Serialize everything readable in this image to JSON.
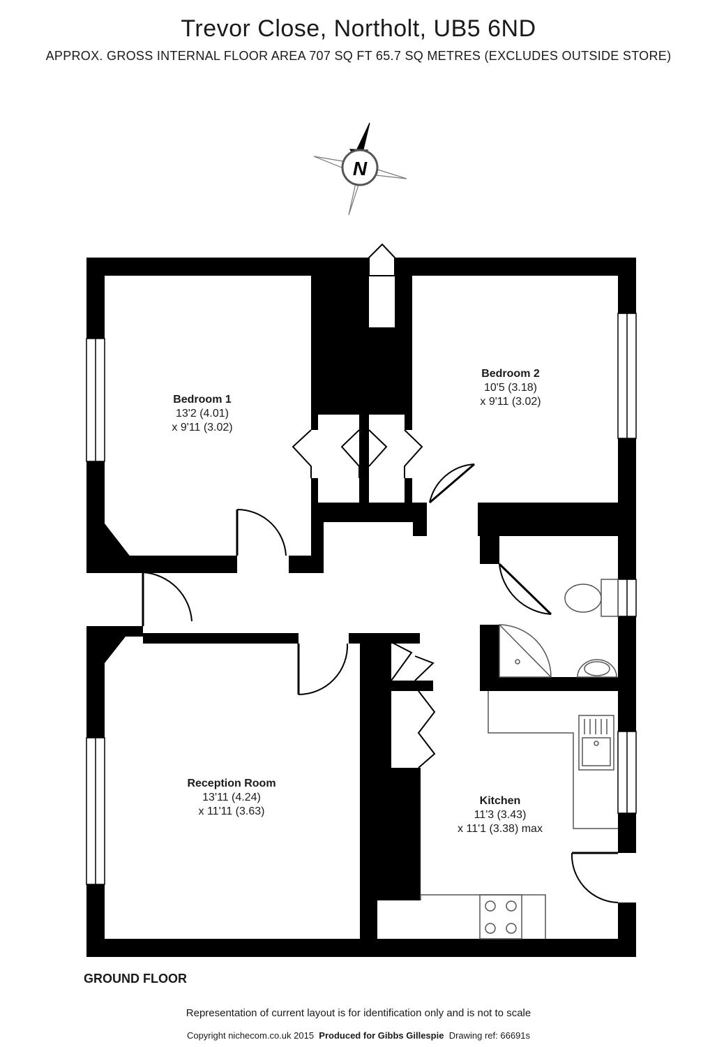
{
  "header": {
    "title": "Trevor Close, Northolt, UB5 6ND",
    "subtitle": "APPROX. GROSS INTERNAL FLOOR AREA 707 SQ FT 65.7 SQ METRES (EXCLUDES OUTSIDE STORE)"
  },
  "compass": {
    "label": "N"
  },
  "rooms": {
    "bedroom1": {
      "name": "Bedroom 1",
      "dim1": "13'2 (4.01)",
      "dim2": "x 9'11 (3.02)"
    },
    "bedroom2": {
      "name": "Bedroom 2",
      "dim1": "10'5 (3.18)",
      "dim2": "x 9'11 (3.02)"
    },
    "reception": {
      "name": "Reception Room",
      "dim1": "13'11 (4.24)",
      "dim2": "x 11'11 (3.63)"
    },
    "kitchen": {
      "name": "Kitchen",
      "dim1": "11'3 (3.43)",
      "dim2": "x 11'1 (3.38) max"
    }
  },
  "floor_label": "GROUND FLOOR",
  "footer": {
    "disclaimer": "Representation of current layout is for identification only and is not to scale",
    "copyright": "Copyright nichecom.co.uk 2015",
    "produced": "Produced for Gibbs Gillespie",
    "drawing_ref": "Drawing ref:  66691s"
  },
  "colors": {
    "wall": "#000000",
    "fixture_line": "#555555",
    "compass_line": "#777777"
  }
}
